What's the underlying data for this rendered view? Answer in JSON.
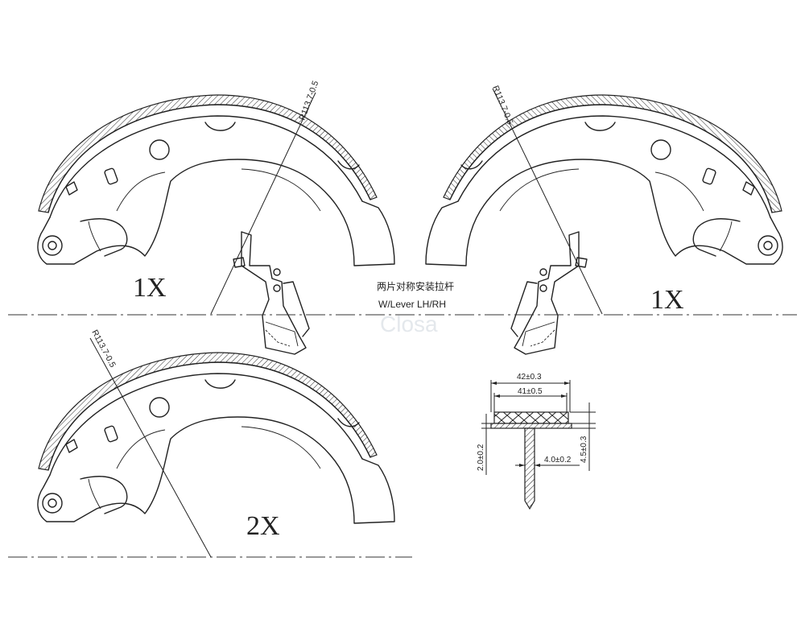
{
  "callouts": {
    "radius": "R113.7-0.5",
    "qty_top_left": "1X",
    "qty_top_right": "1X",
    "qty_bottom": "2X",
    "note_cn": "两片对称安装拉杆",
    "note_en": "W/Lever  LH/RH"
  },
  "section": {
    "dim_outer_width": "42±0.3",
    "dim_inner_width": "41±0.5",
    "dim_lining_offset": "2.0±0.2",
    "dim_web": "4.0±0.2",
    "dim_thickness": "4.5±0.3"
  },
  "watermark": "Closa"
}
